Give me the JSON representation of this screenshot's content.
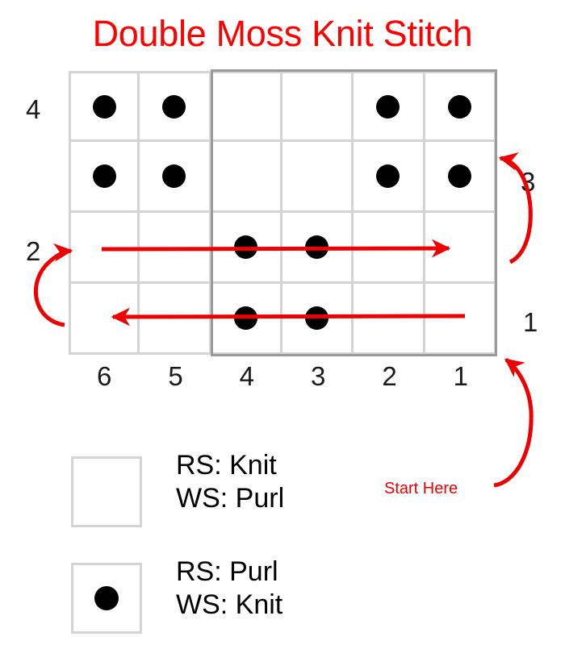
{
  "title": "Double Moss Knit Stitch",
  "colors": {
    "accent_red": "#ff0000",
    "annotation_red": "#ee0000",
    "grid_line": "#d4d4d4",
    "repeat_box": "#9a9a9a",
    "symbol_black": "#000000"
  },
  "chart_data": {
    "type": "table",
    "title": "Double Moss Knit Stitch",
    "columns": 6,
    "rows": 4,
    "column_labels": [
      "6",
      "5",
      "4",
      "3",
      "2",
      "1"
    ],
    "row_labels_left": [
      "4",
      "2"
    ],
    "row_labels_right": [
      "3",
      "1"
    ],
    "symbol_legend": {
      "blank": "RS: Knit / WS: Purl",
      "dot": "RS: Purl / WS: Knit"
    },
    "note": "Grid rows listed top (row 4) to bottom (row 1). Columns listed left (col 6) to right (col 1). 'dot' = purl on RS, 'blank' = knit on RS.",
    "grid": [
      {
        "row": "4",
        "cells": [
          "dot",
          "dot",
          "blank",
          "blank",
          "dot",
          "dot"
        ]
      },
      {
        "row": "3",
        "cells": [
          "dot",
          "dot",
          "blank",
          "blank",
          "dot",
          "dot"
        ]
      },
      {
        "row": "2",
        "cells": [
          "blank",
          "blank",
          "dot",
          "dot",
          "blank",
          "blank"
        ]
      },
      {
        "row": "1",
        "cells": [
          "blank",
          "blank",
          "dot",
          "dot",
          "blank",
          "blank"
        ]
      }
    ],
    "repeat_box": {
      "start_column": "4",
      "end_column": "1",
      "rows": "1-4"
    },
    "direction_arrows": [
      {
        "row": "1",
        "direction": "right-to-left",
        "side": "RS"
      },
      {
        "row": "2",
        "direction": "left-to-right",
        "side": "WS"
      },
      {
        "row": "3",
        "direction": "right-to-left",
        "side": "RS"
      },
      {
        "row": "4",
        "direction": "left-to-right",
        "side": "WS"
      }
    ]
  },
  "grid_rows": [
    {
      "label": "4",
      "cells": [
        "dot",
        "dot",
        "blank",
        "blank",
        "dot",
        "dot"
      ]
    },
    {
      "label": "3",
      "cells": [
        "dot",
        "dot",
        "blank",
        "blank",
        "dot",
        "dot"
      ]
    },
    {
      "label": "2",
      "cells": [
        "blank",
        "blank",
        "dot",
        "dot",
        "blank",
        "blank"
      ]
    },
    {
      "label": "1",
      "cells": [
        "blank",
        "blank",
        "dot",
        "dot",
        "blank",
        "blank"
      ]
    }
  ],
  "column_labels": [
    "6",
    "5",
    "4",
    "3",
    "2",
    "1"
  ],
  "row_labels": {
    "left_top": "4",
    "left_bottom": "2",
    "right_top": "3",
    "right_bottom": "1"
  },
  "annotations": {
    "start_here": "Start Here"
  },
  "legend": {
    "knit": {
      "symbol": "blank-square",
      "line1": "RS: Knit",
      "line2": "WS: Purl"
    },
    "purl": {
      "symbol": "dot-square",
      "line1": "RS: Purl",
      "line2": "WS: Knit"
    }
  }
}
